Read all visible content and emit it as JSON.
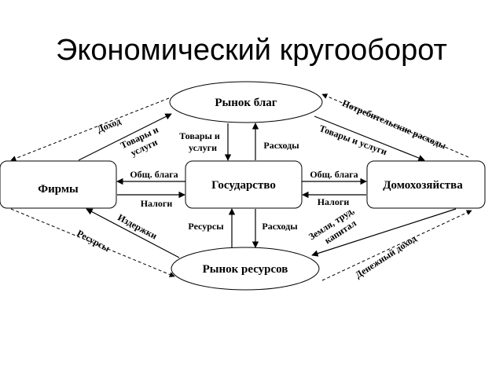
{
  "title": "Экономический кругооборот",
  "nodes": {
    "goods_market": "Рынок благ",
    "resource_market": "Рынок ресурсов",
    "firms": "Фирмы",
    "government": "Государство",
    "households": "Домохозяйства"
  },
  "flows": {
    "income": "Доход",
    "consumer_spending": "Потребительские расходы",
    "goods_services_firms_line1": "Товары и",
    "goods_services_firms_line2": "услуги",
    "goods_services_gov_line1": "Товары и",
    "goods_services_gov_line2": "услуги",
    "spending_gov_goods": "Расходы",
    "goods_services_households": "Товары и услуги",
    "public_goods_firms": "Общ. блага",
    "public_goods_households": "Общ. блага",
    "taxes_firms": "Налоги",
    "taxes_households": "Налоги",
    "costs": "Издержки",
    "resources_firms": "Ресурсы",
    "resources_gov": "Ресурсы",
    "spending_gov_resources": "Расходы",
    "land_labor_line1": "Земля, труд,",
    "land_labor_line2": "капитал",
    "money_income": "Денежный доход"
  }
}
